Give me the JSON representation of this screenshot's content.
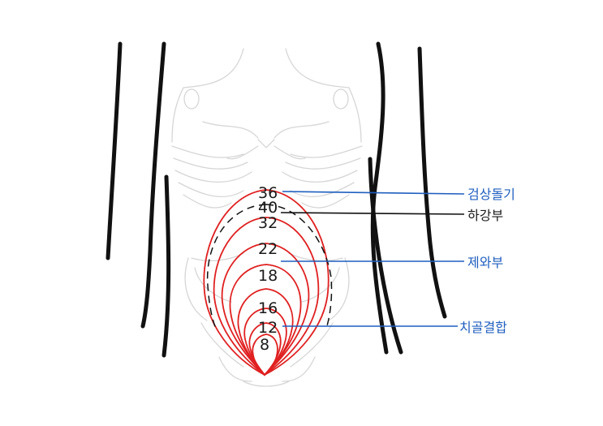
{
  "colors": {
    "body_outline": "#111111",
    "anatomy_sketch": "#d6d6d6",
    "fundus_curve": "#e02020",
    "label_blue": "#1f5fbf",
    "label_black": "#1a1a1a",
    "background": "#ffffff"
  },
  "weeks": {
    "w36": "36",
    "w40": "40",
    "w32": "32",
    "w22": "22",
    "w18": "18",
    "w16": "16",
    "w12": "12",
    "w8": "8"
  },
  "labels": {
    "xiphoid": "검상돌기",
    "lower_rib": "하강부",
    "umbilicus": "제와부",
    "symphysis": "치골결합"
  }
}
